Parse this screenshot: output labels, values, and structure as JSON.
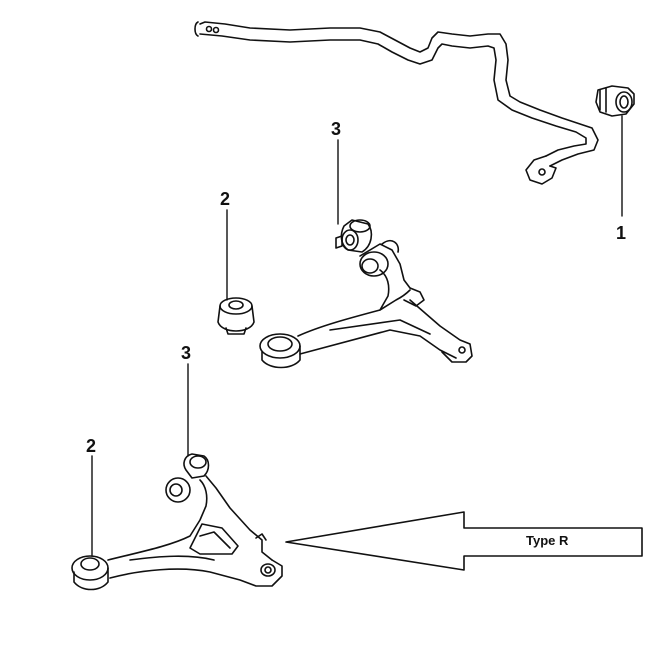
{
  "callouts": {
    "stabilizer_bushing": "1",
    "rear_bushing_upper": "2",
    "front_bushing_upper": "3",
    "front_bushing_lower": "3",
    "rear_bushing_lower": "2"
  },
  "type_r_label": "Type R",
  "colors": {
    "line": "#111111",
    "background": "#ffffff"
  }
}
